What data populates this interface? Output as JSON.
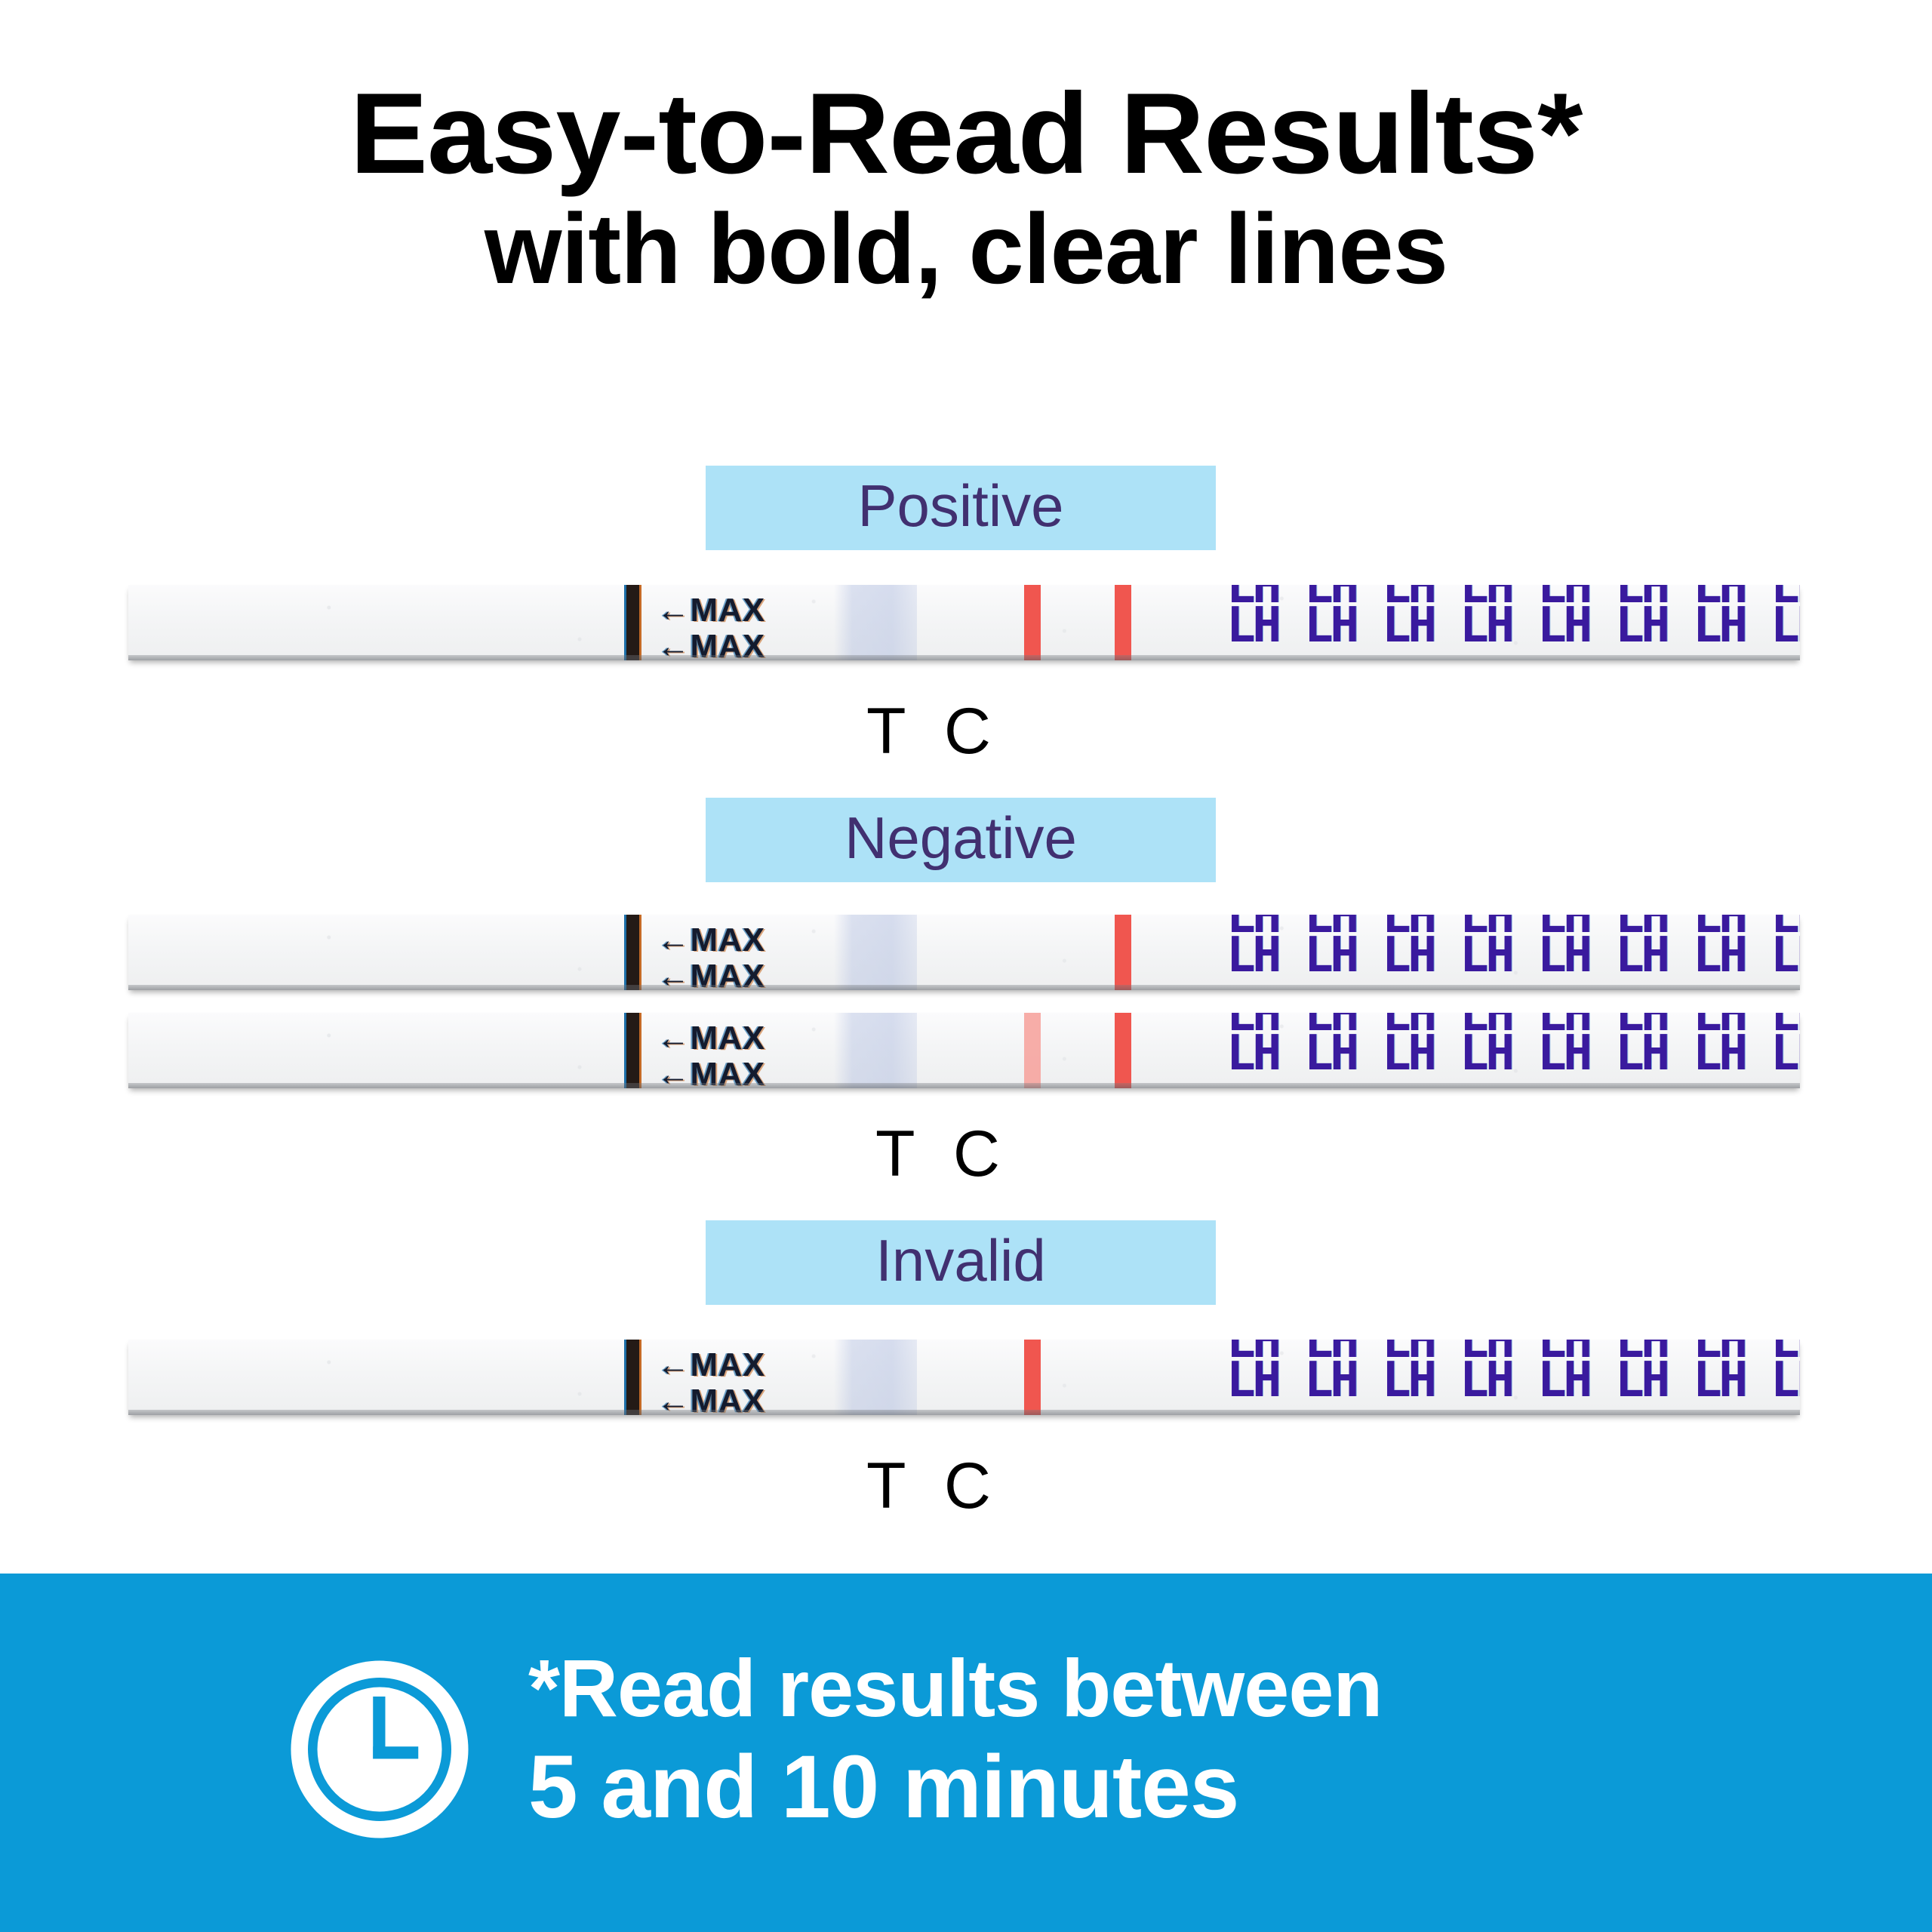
{
  "heading": {
    "line1": "Easy-to-Read Results*",
    "line2": "with bold, clear lines"
  },
  "colors": {
    "label_bg": "#ADE2F7",
    "label_text": "#413070",
    "line_strong": "#F0564F",
    "line_faint": "#F6A6A1",
    "banner_bg": "#0B9AD7",
    "lh_print": "#3A1A9E",
    "max_bar": "#241A16",
    "heading_text": "#000000"
  },
  "sections": [
    {
      "id": "positive",
      "label": "Positive",
      "caption": "T C",
      "strips": [
        {
          "max_top": "←MAX",
          "max_bottom": "←MAX",
          "lh_text": "LH",
          "t_line": "strong",
          "c_line": "strong"
        }
      ]
    },
    {
      "id": "negative",
      "label": "Negative",
      "caption": "T C",
      "strips": [
        {
          "max_top": "←MAX",
          "max_bottom": "←MAX",
          "lh_text": "LH",
          "t_line": "none",
          "c_line": "strong"
        },
        {
          "max_top": "←MAX",
          "max_bottom": "←MAX",
          "lh_text": "LH",
          "t_line": "faint",
          "c_line": "strong"
        }
      ]
    },
    {
      "id": "invalid",
      "label": "Invalid",
      "caption": "T C",
      "strips": [
        {
          "max_top": "←MAX",
          "max_bottom": "←MAX",
          "lh_text": "LH",
          "t_line": "strong",
          "c_line": "none"
        }
      ]
    }
  ],
  "banner": {
    "icon": "clock-icon",
    "line1": "*Read results between",
    "line2": "5 and 10 minutes"
  }
}
